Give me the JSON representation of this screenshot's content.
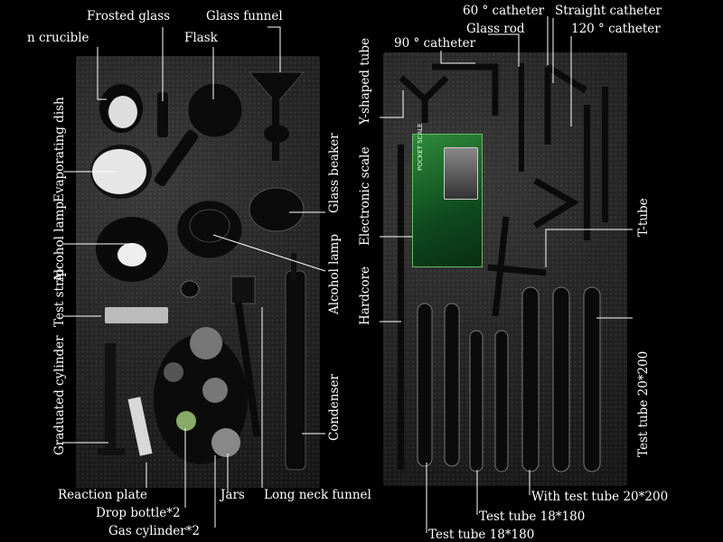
{
  "labels": {
    "frosted_glass": "Frosted glass",
    "glass_funnel": "Glass funnel",
    "crucible": "n crucible",
    "flask": "Flask",
    "evaporating_dish": "Evaporating dish",
    "alcohol_lamp_left": "Alcohol lamp",
    "test_strip": "Test strip",
    "glass_beaker": "Glass beaker",
    "alcohol_lamp_right": "Alcohol lamp",
    "graduated_cylinder": "Graduated cylinder",
    "condenser": "Condenser",
    "reaction_plate": "Reaction plate",
    "drop_bottle": "Drop bottle*2",
    "gas_cylinder": "Gas cylinder*2",
    "jars": "Jars",
    "long_neck_funnel": "Long neck funnel",
    "catheter_60": "60 °  catheter",
    "straight_catheter": "Straight catheter",
    "catheter_90": "90 °  catheter",
    "glass_rod": "Glass rod",
    "catheter_120": "120 °  catheter",
    "y_tube": "Y-shaped tube",
    "electronic_scale": "Electronic scale",
    "t_tube": "T-tube",
    "hardcore": "Hardcore",
    "test_tube_20": "Test tube 20*200",
    "with_test_tube": "With test tube 20*200",
    "test_tube_18_a": "Test tube 18*180",
    "test_tube_18_b": "Test tube 18*180"
  },
  "scale_box": {
    "brand": "POCKET SCALE"
  }
}
